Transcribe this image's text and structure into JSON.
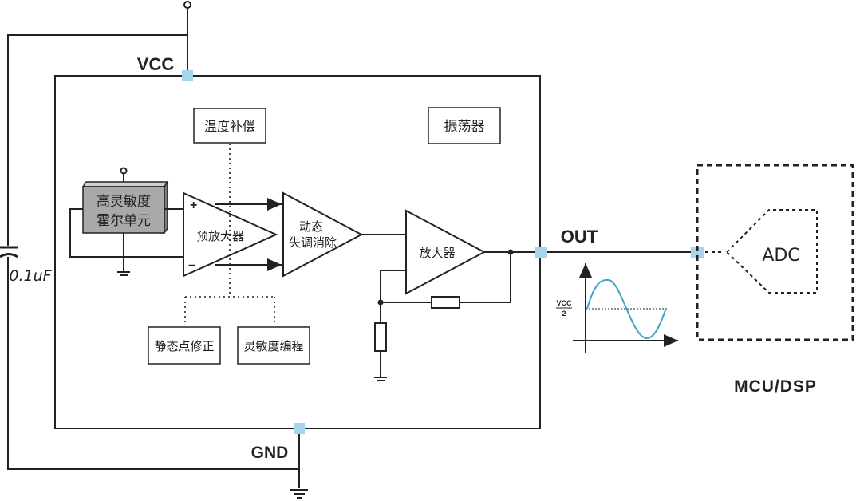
{
  "pins": {
    "vcc": "VCC",
    "gnd": "GND",
    "out": "OUT"
  },
  "capacitor": {
    "value": "0.1uF"
  },
  "sensor": {
    "line1": "高灵敏度",
    "line2": "霍尔单元"
  },
  "blocks": {
    "temp_comp": "温度补偿",
    "oscillator": "振荡器",
    "preamp": "预放大器",
    "dynamic_offset_line1": "动态",
    "dynamic_offset_line2": "失调消除",
    "amplifier": "放大器",
    "quiescent_trim": "静态点修正",
    "sensitivity_prog": "灵敏度编程"
  },
  "preamp_inputs": {
    "plus": "+",
    "minus": "−"
  },
  "waveform": {
    "ref_numerator": "VCC",
    "ref_denominator": "2"
  },
  "mcu": {
    "adc_label": "ADC",
    "title": "MCU/DSP"
  },
  "colors": {
    "pin_marker": "#a6d5ec",
    "sine": "#3aa7c9",
    "sensor_fill": "#a9a9a9",
    "line": "#222222"
  }
}
